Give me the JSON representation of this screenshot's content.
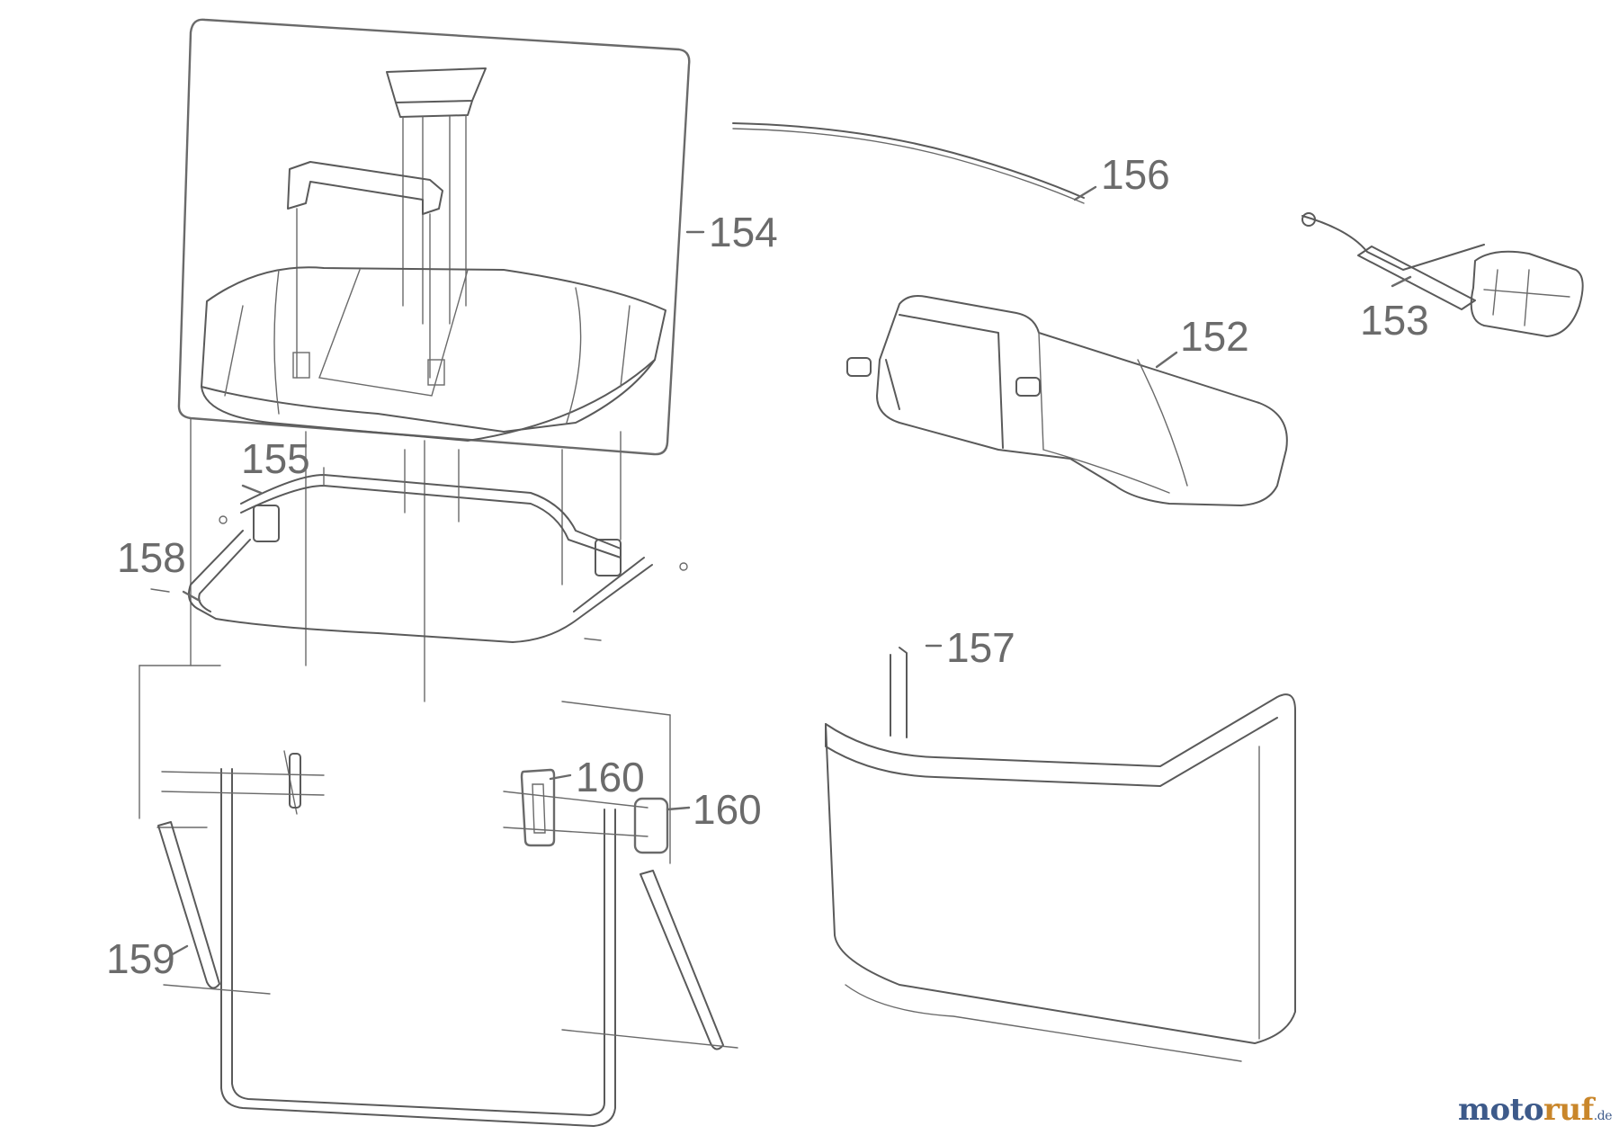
{
  "diagram": {
    "part_labels": {
      "p152": "152",
      "p153": "153",
      "p154": "154",
      "p155": "155",
      "p156": "156",
      "p157": "157",
      "p158": "158",
      "p159": "159",
      "p160a": "160",
      "p160b": "160"
    }
  },
  "watermark": {
    "brand_a": "moto",
    "brand_b": "ruf",
    "tld": ".de"
  }
}
